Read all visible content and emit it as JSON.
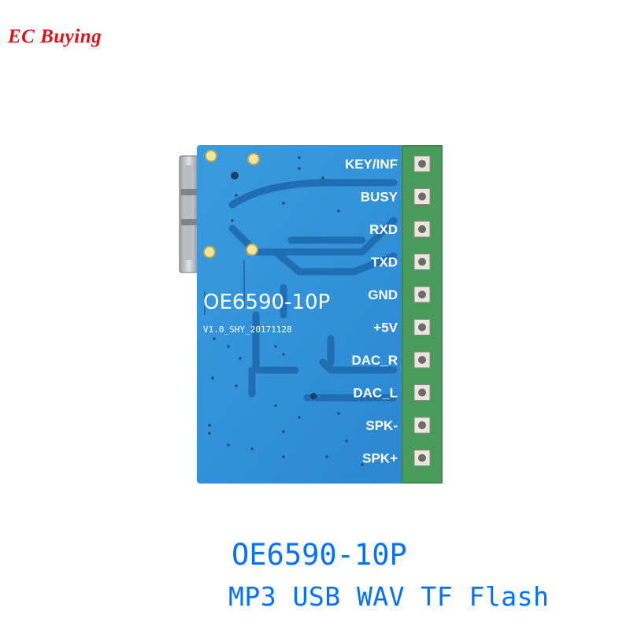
{
  "brand": {
    "text": "EC Buying",
    "color": "#e3101a"
  },
  "board": {
    "model": "OE6590-10P",
    "version": "V1.0_SHY_20171128",
    "pcb_color": "#2f8fd8",
    "header_color": "#3c8a4f",
    "pin_labels": [
      "KEY/INF",
      "BUSY",
      "RXD",
      "TXD",
      "GND",
      "+5V",
      "DAC_R",
      "DAC_L",
      "SPK-",
      "SPK+"
    ]
  },
  "caption": {
    "line1": "OE6590-10P",
    "line2": "MP3 USB WAV TF Flash",
    "color": "#0072ff"
  }
}
